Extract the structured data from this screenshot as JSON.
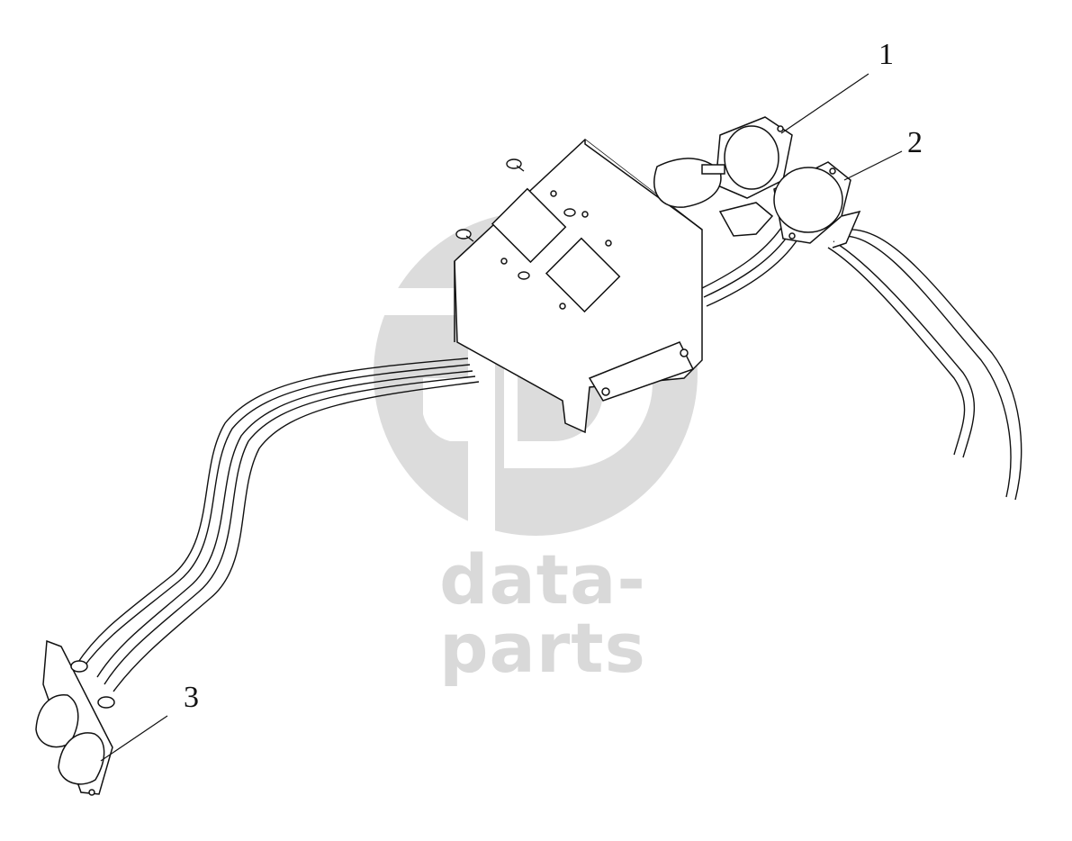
{
  "watermark": {
    "text": "data-parts",
    "color": "#d9d9d9"
  },
  "callouts": [
    {
      "label": "1"
    },
    {
      "label": "2"
    },
    {
      "label": "3"
    }
  ],
  "colors": {
    "line": "#111111",
    "background": "#ffffff"
  }
}
